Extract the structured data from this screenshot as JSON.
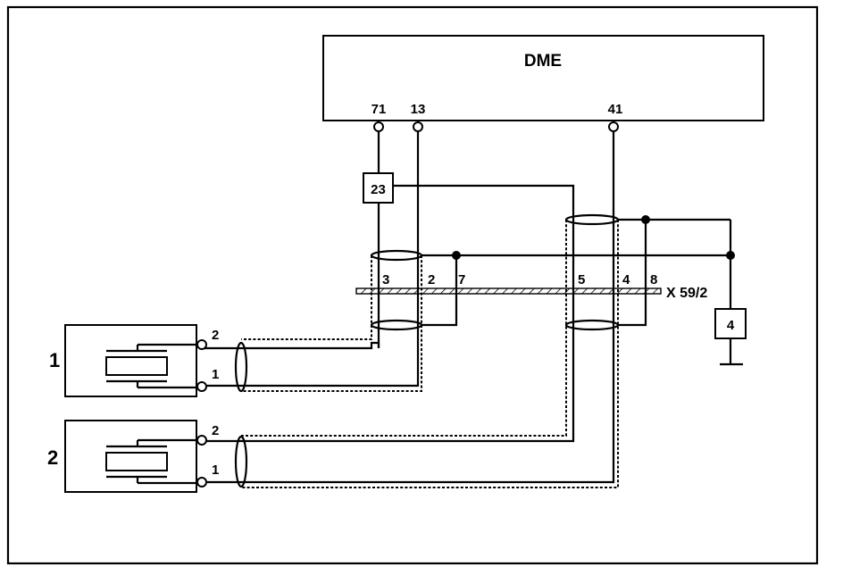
{
  "ecu": {
    "label": "DME",
    "pins": [
      "71",
      "13",
      "41"
    ]
  },
  "resistor": {
    "label": "23"
  },
  "connector": {
    "label": "X 59/2",
    "pins": [
      "3",
      "2",
      "7",
      "5",
      "4",
      "8"
    ]
  },
  "ground_component": {
    "label": "4"
  },
  "sensors": [
    {
      "label": "1",
      "pins": [
        "2",
        "1"
      ]
    },
    {
      "label": "2",
      "pins": [
        "2",
        "1"
      ]
    }
  ],
  "colors": {
    "line": "#000000",
    "background": "#ffffff"
  }
}
